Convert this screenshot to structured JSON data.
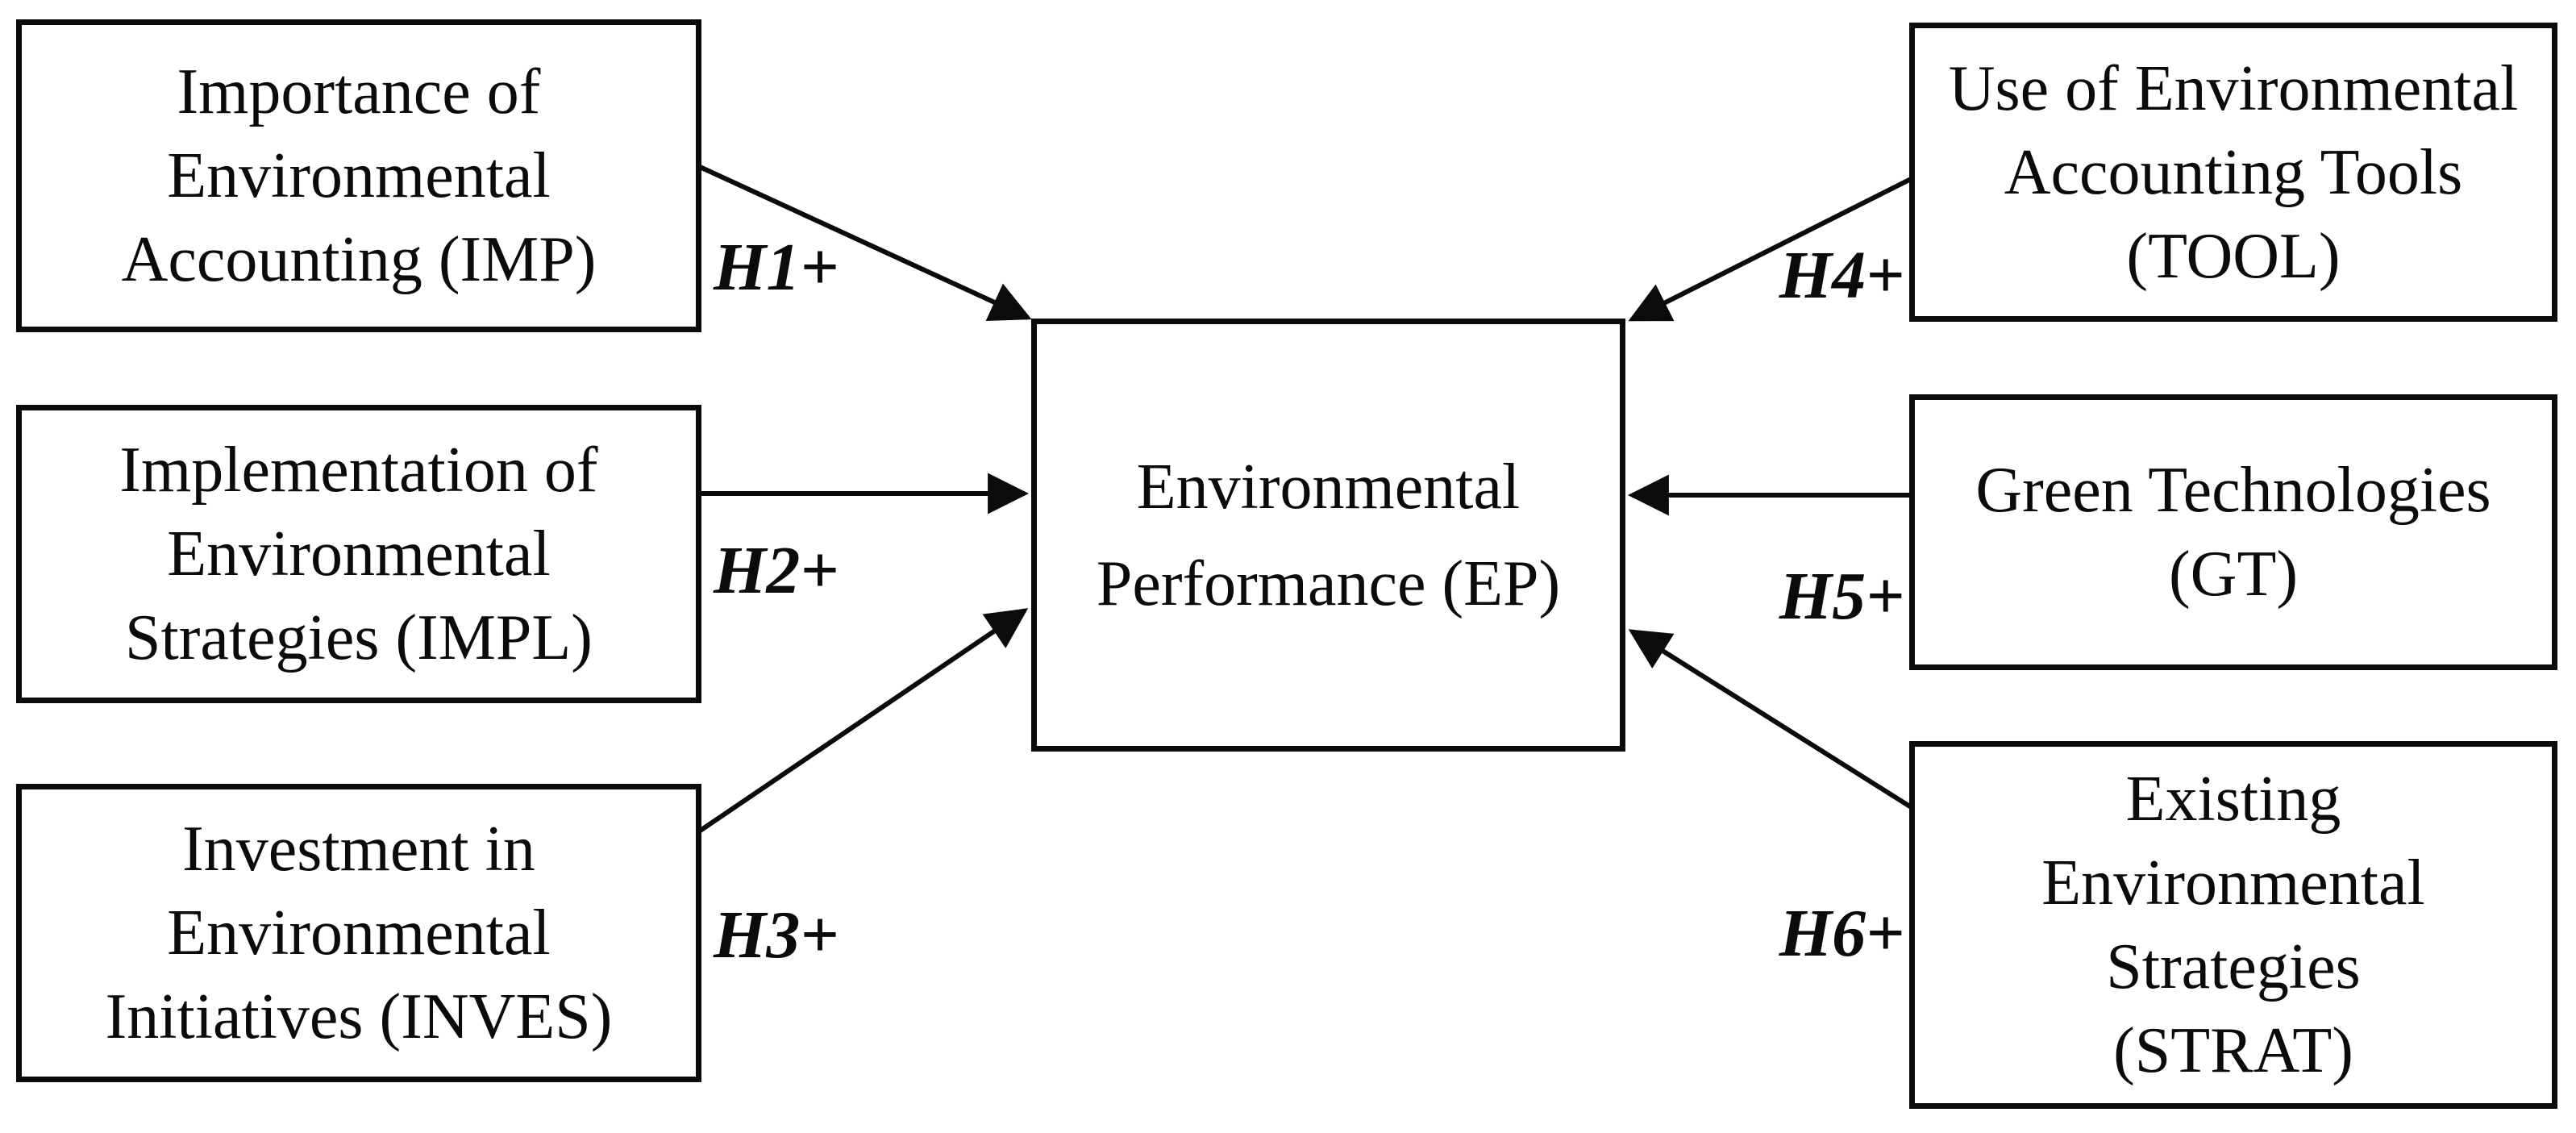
{
  "figure": {
    "type": "conceptual-model-diagram",
    "background_color": "#ffffff",
    "line_color": "#0b0b0b",
    "text_color": "#0b0b0b"
  },
  "boxes": {
    "imp": {
      "label": "Importance of\nEnvironmental\nAccounting (IMP)"
    },
    "impl": {
      "label": "Implementation of\nEnvironmental\nStrategies (IMPL)"
    },
    "inves": {
      "label": "Investment in\nEnvironmental\nInitiatives (INVES)"
    },
    "ep": {
      "label": "Environmental\nPerformance (EP)"
    },
    "tool": {
      "label": "Use of Environmental\nAccounting Tools\n(TOOL)"
    },
    "gt": {
      "label": "Green Technologies\n(GT)"
    },
    "strat": {
      "label": "Existing\nEnvironmental\nStrategies\n(STRAT)"
    }
  },
  "paths": {
    "h1": {
      "label": "H1+",
      "from": "IMP",
      "to": "EP"
    },
    "h2": {
      "label": "H2+",
      "from": "IMPL",
      "to": "EP"
    },
    "h3": {
      "label": "H3+",
      "from": "INVES",
      "to": "EP"
    },
    "h4": {
      "label": "H4+",
      "from": "TOOL",
      "to": "EP"
    },
    "h5": {
      "label": "H5+",
      "from": "GT",
      "to": "EP"
    },
    "h6": {
      "label": "H6+",
      "from": "STRAT",
      "to": "EP"
    }
  }
}
